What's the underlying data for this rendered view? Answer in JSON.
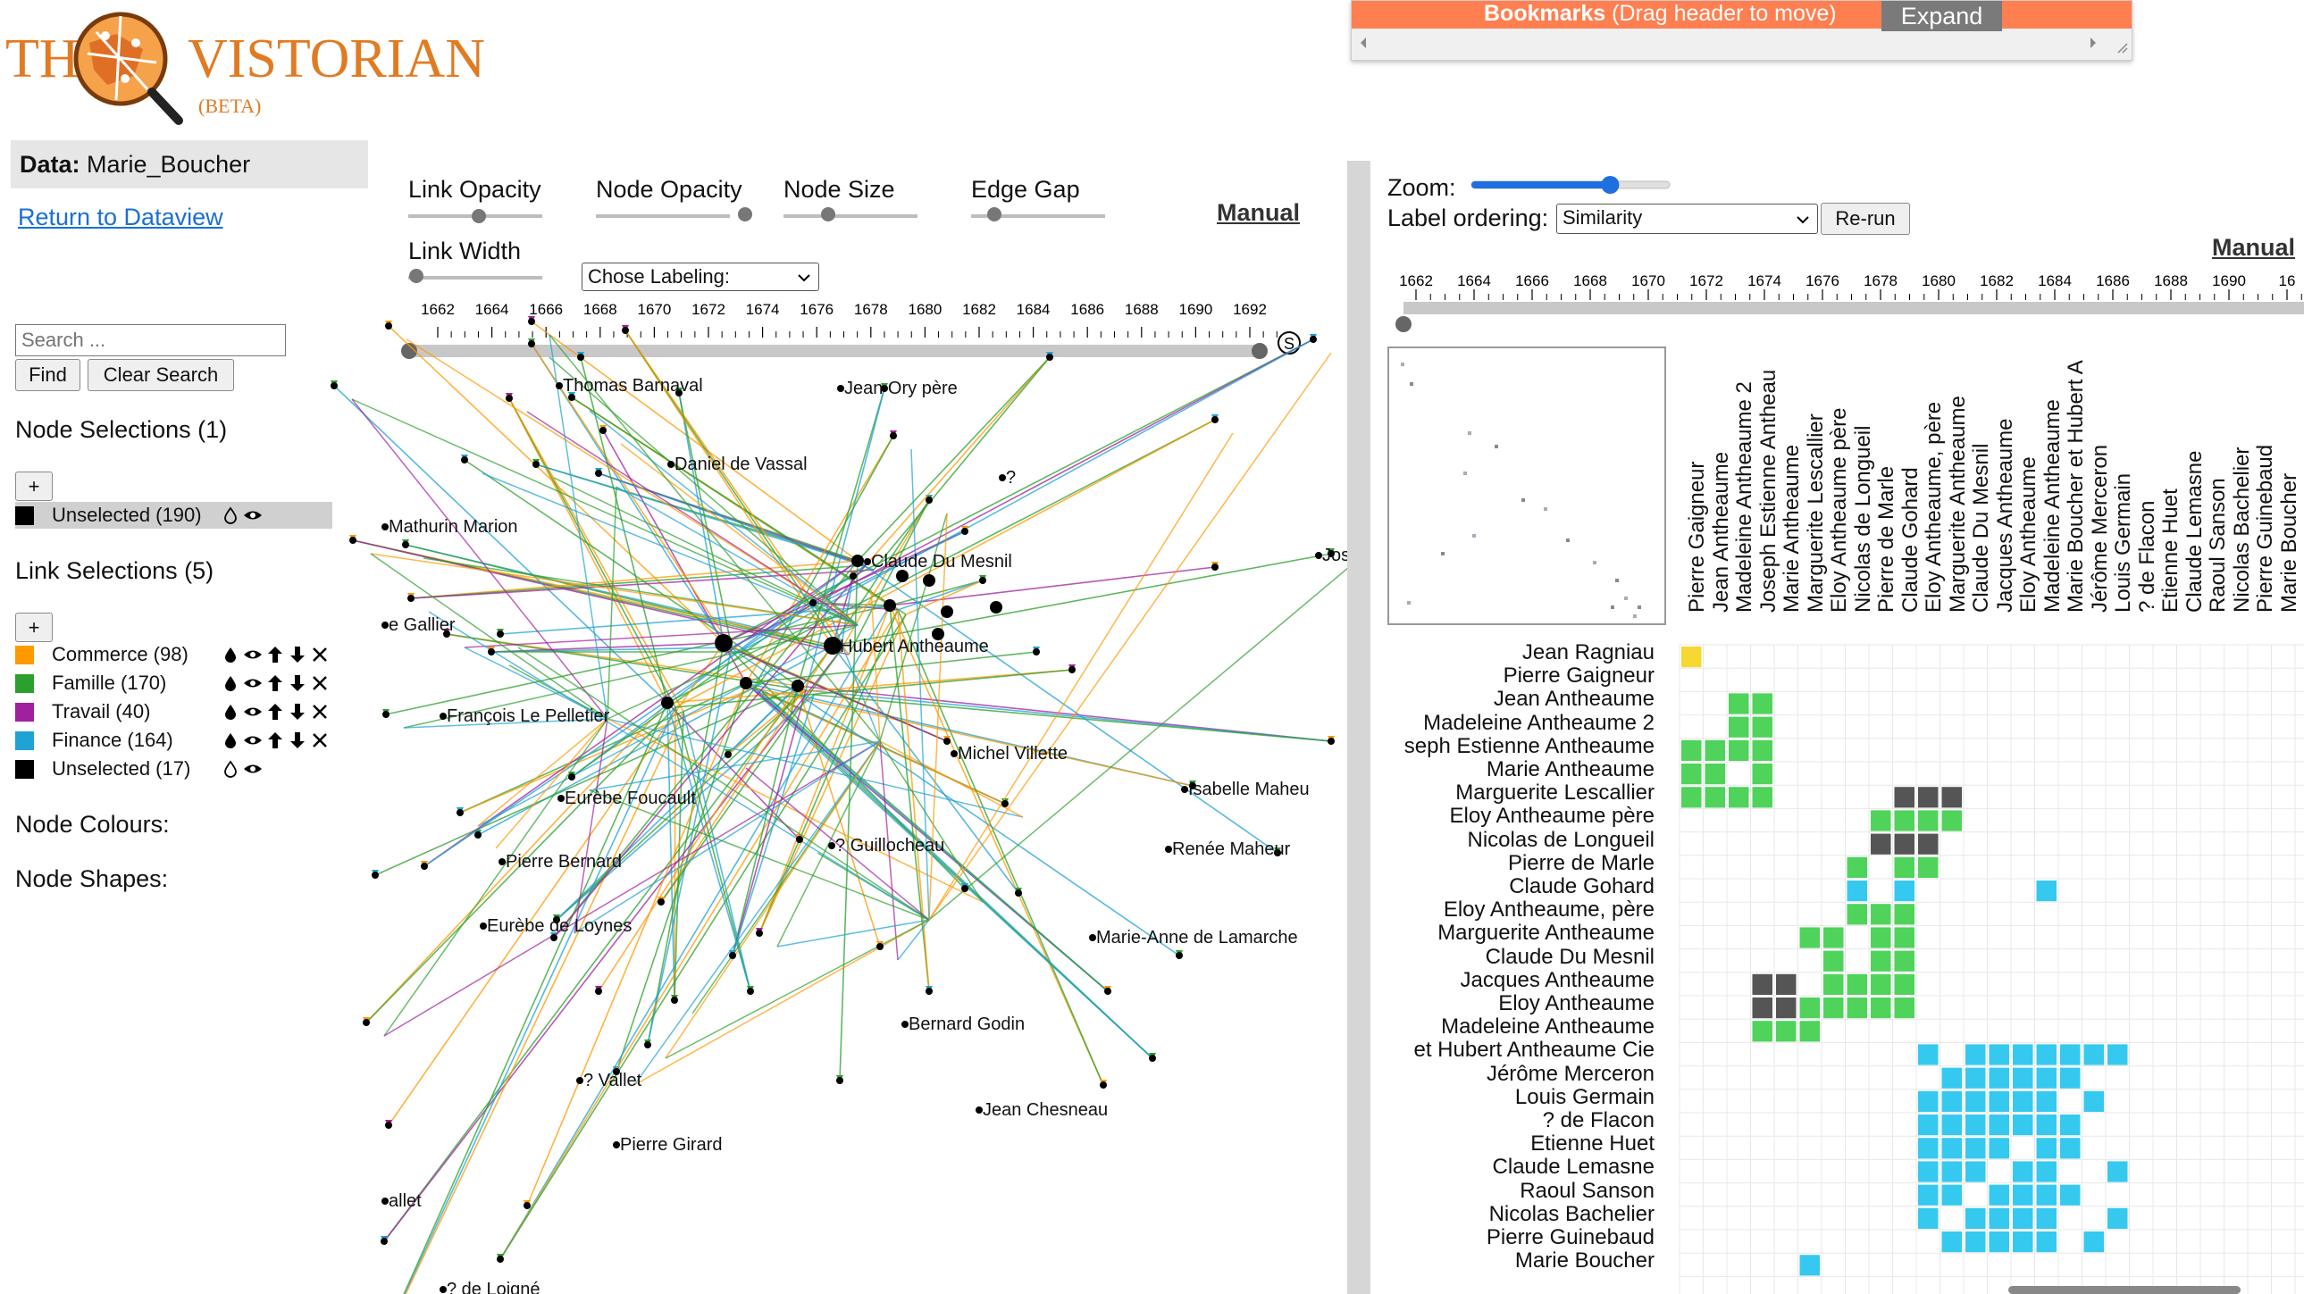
{
  "logo": {
    "word1": "THE",
    "word2": "VISTORIAN",
    "beta": "(BETA)"
  },
  "left_panel": {
    "data_label": "Data:",
    "data_value": "Marie_Boucher",
    "return_link": "Return to Dataview",
    "search_placeholder": "Search ...",
    "find_button": "Find",
    "clear_button": "Clear Search",
    "node_selections_title": "Node Selections (1)",
    "add_button": "+",
    "node_selections": [
      {
        "label": "Unselected (190)",
        "color": "#000000"
      }
    ],
    "link_selections_title": "Link Selections (5)",
    "link_selections": [
      {
        "label": "Commerce (98)",
        "color": "#ff9900"
      },
      {
        "label": "Famille (170)",
        "color": "#2ca02c"
      },
      {
        "label": "Travail (40)",
        "color": "#a020a0"
      },
      {
        "label": "Finance (164)",
        "color": "#1fa2d4"
      },
      {
        "label": "Unselected (17)",
        "color": "#000000"
      }
    ],
    "node_colours": "Node Colours:",
    "node_shapes": "Node Shapes:"
  },
  "graph_controls": {
    "link_opacity": "Link Opacity",
    "node_opacity": "Node Opacity",
    "node_size": "Node Size",
    "edge_gap": "Edge Gap",
    "link_width": "Link Width",
    "manual": "Manual",
    "labeling_select": "Chose Labeling:",
    "timeline_years": [
      "1662",
      "1664",
      "1666",
      "1668",
      "1670",
      "1672",
      "1674",
      "1676",
      "1678",
      "1680",
      "1682",
      "1684",
      "1686",
      "1688",
      "1690",
      "1692"
    ],
    "timeline_button": "S"
  },
  "graph_nodes": [
    {
      "label": "Thomas Barnaval"
    },
    {
      "label": "Jean Ory père"
    },
    {
      "label": "Daniel de Vassal"
    },
    {
      "label": "? "
    },
    {
      "label": "Mathurin Marion"
    },
    {
      "label": "Claude Du Mesnil"
    },
    {
      "label": "Jos"
    },
    {
      "label": "e Gallier"
    },
    {
      "label": "Hubert Antheaume"
    },
    {
      "label": "François Le Pelletier"
    },
    {
      "label": "Michel Villette"
    },
    {
      "label": "Eurèbe Foucault"
    },
    {
      "label": "Isabelle Maheu"
    },
    {
      "label": "? Guillocheau"
    },
    {
      "label": "Renée Maheur"
    },
    {
      "label": "Pierre Bernard"
    },
    {
      "label": "Eurèbe de Loynes"
    },
    {
      "label": "Marie-Anne de Lamarche"
    },
    {
      "label": "Bernard Godin"
    },
    {
      "label": "? Vallet"
    },
    {
      "label": "Jean Chesneau"
    },
    {
      "label": "Pierre Girard"
    },
    {
      "label": "allet"
    },
    {
      "label": "? de Loigné"
    }
  ],
  "bookmarks": {
    "title": "Bookmarks",
    "hint": "(Drag header to move)",
    "expand": "Expand"
  },
  "matrix": {
    "zoom_label": "Zoom:",
    "zoom_value": 0.7,
    "ordering_label": "Label ordering:",
    "ordering_value": "Similarity",
    "rerun": "Re-run",
    "manual": "Manual",
    "timeline_years": [
      "1662",
      "1664",
      "1666",
      "1668",
      "1670",
      "1672",
      "1674",
      "1676",
      "1678",
      "1680",
      "1682",
      "1684",
      "1686",
      "1688",
      "1690",
      "16"
    ],
    "row_labels": [
      "Jean Ragniau",
      "Pierre Gaigneur",
      "Jean Antheaume",
      "Madeleine Antheaume 2",
      "seph Estienne Antheaume",
      "Marie Antheaume",
      "Marguerite Lescallier",
      "Eloy Antheaume père",
      "Nicolas de Longueil",
      "Pierre de Marle",
      "Claude Gohard",
      "Eloy Antheaume, père",
      "Marguerite Antheaume",
      "Claude Du Mesnil",
      "Jacques Antheaume",
      "Eloy Antheaume",
      "Madeleine Antheaume",
      "et Hubert Antheaume Cie",
      "Jérôme Merceron",
      "Louis Germain",
      "? de Flacon",
      "Etienne Huet",
      "Claude Lemasne",
      "Raoul Sanson",
      "Nicolas Bachelier",
      "Pierre Guinebaud",
      "Marie Boucher"
    ],
    "col_labels": [
      "Pierre Gaigneur",
      "Jean Antheaume",
      "Madeleine Antheaume 2",
      "Joseph Estienne Antheau",
      "Marie Antheaume",
      "Marguerite Lescallier",
      "Eloy Antheaume père",
      "Nicolas de Longueil",
      "Pierre de Marle",
      "Claude Gohard",
      "Eloy Antheaume, père",
      "Marguerite Antheaume",
      "Claude Du Mesnil",
      "Jacques Antheaume",
      "Eloy Antheaume",
      "Madeleine Antheaume",
      "Marie Boucher et Hubert A",
      "Jérôme Merceron",
      "Louis Germain",
      "? de Flacon",
      "Etienne Huet",
      "Claude Lemasne",
      "Raoul Sanson",
      "Nicolas Bachelier",
      "Pierre Guinebaud",
      "Marie Boucher"
    ]
  }
}
